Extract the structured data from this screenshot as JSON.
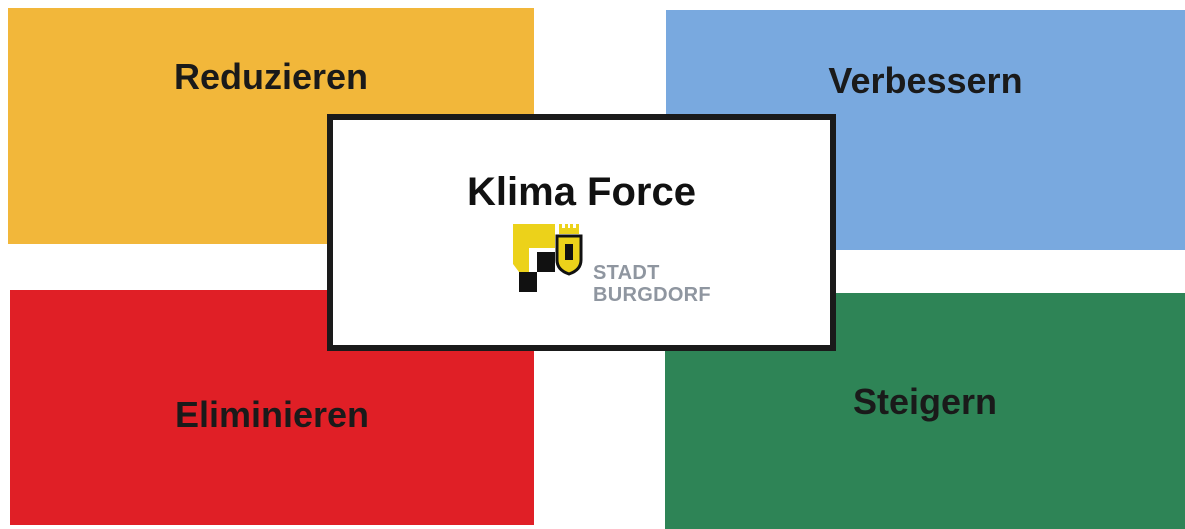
{
  "colors": {
    "yellow": "#f2b73a",
    "blue": "#79a9df",
    "red": "#e01f26",
    "green": "#2e8456",
    "card_border": "#1a1a1a",
    "logo_yellow": "#ecd21a",
    "logo_text": "#8f96a0"
  },
  "quadrants": {
    "top_left": {
      "label": "Reduzieren"
    },
    "top_right": {
      "label": "Verbessern"
    },
    "bottom_left": {
      "label": "Eliminieren"
    },
    "bottom_right": {
      "label": "Steigern"
    }
  },
  "center": {
    "title": "Klima Force",
    "logo": {
      "line1": "STADT",
      "line2": "BURGDORF",
      "icon": "stadt-burgdorf-emblem-icon"
    }
  }
}
